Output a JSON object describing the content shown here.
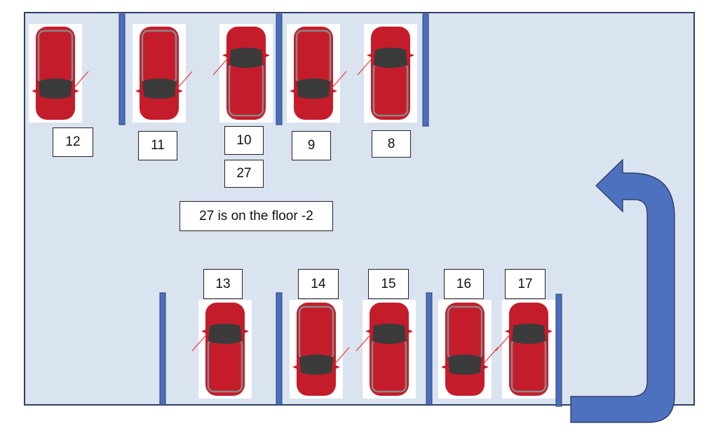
{
  "colors": {
    "floor": "#dae3f0",
    "border": "#2f3f66",
    "divider": "#4a6fbf",
    "arrow": "#4e71bf",
    "car_body": "#c51c2b",
    "car_glass": "#3b3b3b"
  },
  "top_row": [
    {
      "spot": "12",
      "orientation": "front-down"
    },
    {
      "spot": "11",
      "orientation": "front-down"
    },
    {
      "spot": "10",
      "orientation": "front-up"
    },
    {
      "spot": "9",
      "orientation": "front-down"
    },
    {
      "spot": "8",
      "orientation": "front-up"
    }
  ],
  "extra_label": "27",
  "note": "27 is on the floor -2",
  "bottom_row": [
    {
      "spot": "13",
      "orientation": "front-up"
    },
    {
      "spot": "14",
      "orientation": "front-down"
    },
    {
      "spot": "15",
      "orientation": "front-up"
    },
    {
      "spot": "16",
      "orientation": "front-down"
    },
    {
      "spot": "17",
      "orientation": "front-up"
    }
  ],
  "arrow_icon": "u-turn-arrow"
}
